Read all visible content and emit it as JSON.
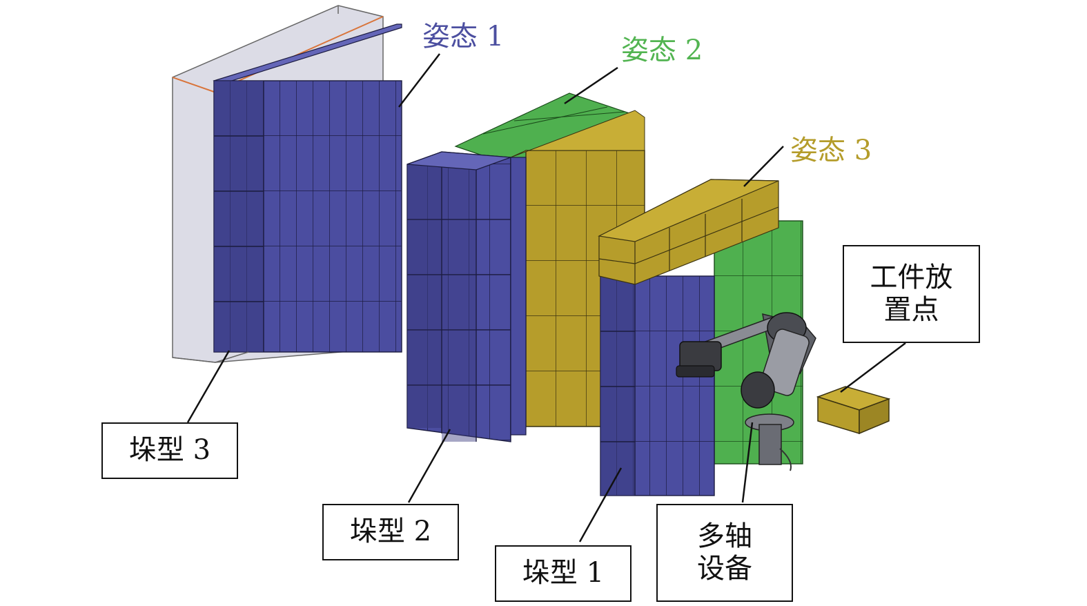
{
  "labels": {
    "pose1": "姿态 1",
    "pose2": "姿态 2",
    "pose3": "姿态 3",
    "stack3": "垛型 3",
    "stack2": "垛型 2",
    "stack1": "垛型 1",
    "robot_line1": "多轴",
    "robot_line2": "设备",
    "place_line1": "工件放",
    "place_line2": "置点"
  },
  "colors": {
    "blue": "#4b4da0",
    "green": "#4fb04f",
    "yellow": "#b69d2b",
    "pose1_text": "#4c4fa0",
    "pose2_text": "#52b451",
    "pose3_text": "#b49c2a"
  }
}
